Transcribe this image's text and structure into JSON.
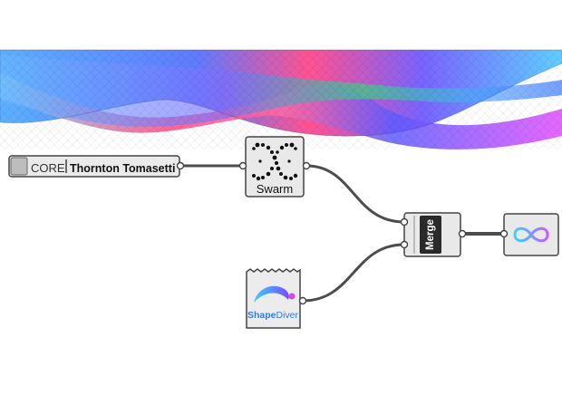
{
  "nodes": {
    "core": {
      "prefix": "CORE",
      "label": "Thornton Tomasetti"
    },
    "swarm": {
      "label": "Swarm"
    },
    "merge": {
      "label": "Merge"
    },
    "shapediver": {
      "label_a": "Shape",
      "label_b": "Diver"
    },
    "output": {}
  },
  "colors": {
    "wire": "#4d4d4d",
    "node_fill": "#e9e9e9",
    "node_border": "#444444",
    "accent_blue": "#3fa7ff",
    "accent_magenta": "#d74bd6"
  },
  "icons": {
    "swarm": "swarm-particles-icon",
    "shapediver": "shapediver-logo-icon",
    "output": "infinity-icon"
  }
}
